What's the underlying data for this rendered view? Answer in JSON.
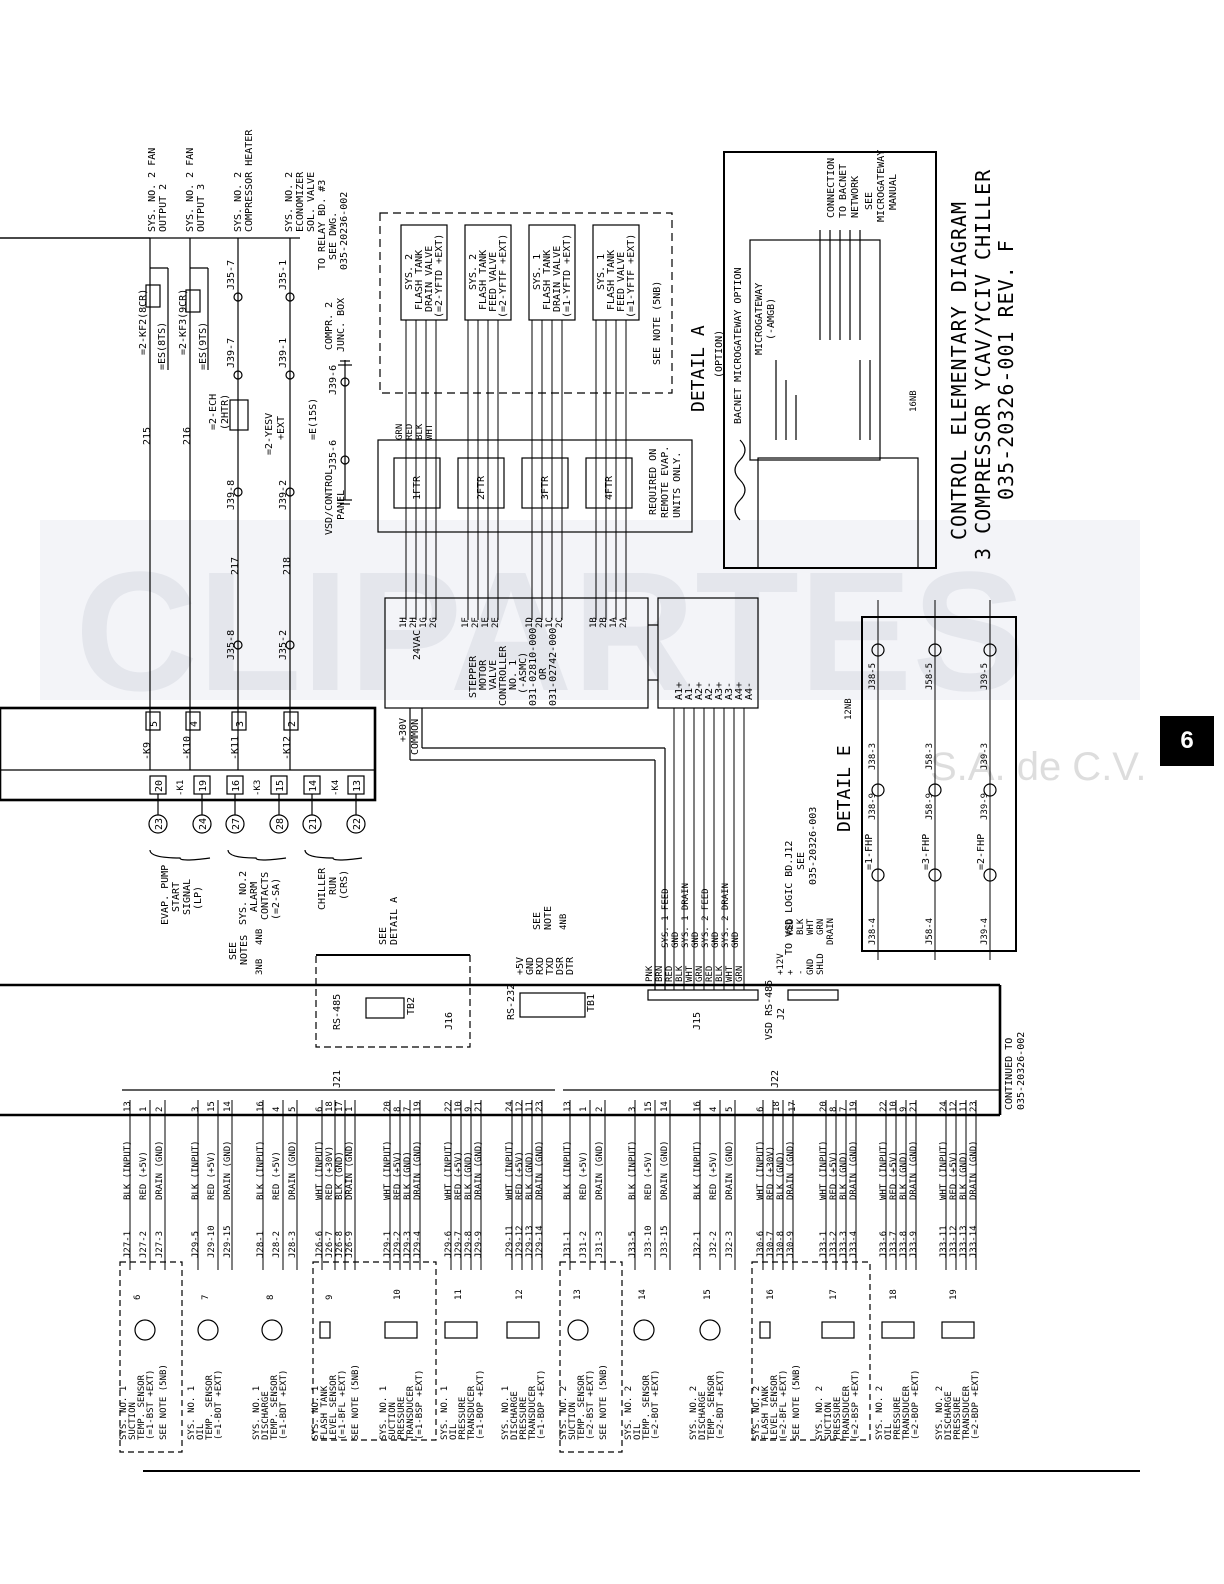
{
  "title_block": {
    "line1": "CONTROL ELEMENTARY DIAGRAM",
    "line2": "3 COMPRESSOR YCAV/YCIV CHILLER",
    "line3": "035-20326-001  REV. F"
  },
  "section_tab": "6",
  "watermark": {
    "text": "CLIPARTES",
    "subtext": "S.A. de C.V."
  },
  "details": {
    "detail_a": "DETAIL A",
    "detail_a_option": "(OPTION)",
    "detail_e": "DETAIL E",
    "detail_e_ref": "12NB",
    "bacnet_option": "BACNET MICROGATEWAY OPTION",
    "microgateway": [
      "MICROGATEWAY",
      "(-AMGB)"
    ],
    "connection": [
      "CONNECTION",
      "TO BACNET",
      "NETWORK"
    ],
    "see_manual": [
      "SEE",
      "MICROGATEWAY",
      "MANUAL"
    ],
    "note_16nb": "16NB"
  },
  "top_outputs": [
    {
      "lines": [
        "SYS. NO. 2 FAN",
        "OUTPUT 2"
      ]
    },
    {
      "lines": [
        "SYS. NO. 2 FAN",
        "OUTPUT 3"
      ]
    },
    {
      "lines": [
        "SYS. NO. 2",
        "COMPRESSOR HEATER"
      ]
    },
    {
      "lines": [
        "SYS. NO. 2",
        "ECONOMIZER",
        "SOL. VALVE"
      ]
    },
    {
      "lines": [
        "TO RELAY BD. #3",
        "SEE DWG.",
        "035-20236-002"
      ]
    }
  ],
  "relay_labels": [
    "=2-KF2(8CR)",
    "=2-KF3(9CR)",
    "=2-ECH",
    "(2HTR)",
    "=ES(8TS)",
    "=ES(9TS)",
    "=2-YESV",
    "=E(15S)",
    "+EXT"
  ],
  "wire_numbers": [
    "215",
    "216",
    "217",
    "218"
  ],
  "junction_labels": [
    "J35-7",
    "J39-7",
    "J39-8",
    "J35-8",
    "J35-1",
    "J39-1",
    "J39-2",
    "J35-2",
    "J39-6",
    "J35-6"
  ],
  "boxes": {
    "compr_box": [
      "COMPR. 2",
      "JUNC. BOX"
    ],
    "vsd_panel": [
      "VSD/CONTROL",
      "PANEL"
    ]
  },
  "flash_tank_valves": [
    {
      "lines": [
        "SYS. 2",
        "FLASH TANK",
        "DRAIN VALVE",
        "(=2-YFTD +EXT)"
      ]
    },
    {
      "lines": [
        "SYS. 2",
        "FLASH TANK",
        "FEED VALVE",
        "(=2-YFTF +EXT)"
      ]
    },
    {
      "lines": [
        "SYS. 1",
        "FLASH TANK",
        "DRAIN VALVE",
        "(=1-YFTD +EXT)"
      ]
    },
    {
      "lines": [
        "SYS. 1",
        "FLASH TANK",
        "FEED VALVE",
        "(=1-YFTF +EXT)"
      ]
    }
  ],
  "see_note_5nb": "SEE NOTE (5NB)",
  "filters": [
    "1FTR",
    "2FTR",
    "3FTR",
    "4FTR"
  ],
  "filter_note": [
    "REQUIRED ON",
    "REMOTE EVAP.",
    "UNITS ONLY."
  ],
  "wire_colors": [
    "GRN",
    "RED",
    "BLK",
    "WHT"
  ],
  "stepper": {
    "lines": [
      "STEPPER",
      "MOTOR",
      "VALVE",
      "CONTROLLER",
      "NO. 1",
      "(-ASMC)",
      "031-02810-000",
      "OR",
      "031-02742-000"
    ],
    "supply": "24VAC",
    "common": "COMMON",
    "plus30": "+30V",
    "pins_1": [
      "1H",
      "2H",
      "1G",
      "2G"
    ],
    "pins_2": [
      "1F",
      "2F",
      "1E",
      "2E"
    ],
    "pins_3": [
      "1D",
      "2D",
      "1C",
      "2C"
    ],
    "pins_4": [
      "1B",
      "2B",
      "1A",
      "2A"
    ],
    "outputs": [
      "A1+",
      "A1-",
      "A2+",
      "A2-",
      "A3+",
      "A3-",
      "A4+",
      "A4-"
    ]
  },
  "relay_outputs": {
    "relays": [
      "-K9",
      "-K10",
      "-K11",
      "-K12"
    ],
    "terminals_top": [
      "5",
      "4",
      "3",
      "2"
    ],
    "terminals_bot": [
      "20",
      "19",
      "16",
      "15",
      "14",
      "13"
    ],
    "contacts": [
      "-K1",
      "-K3",
      "-K4"
    ],
    "circle_terms": [
      "23",
      "24",
      "27",
      "28",
      "21",
      "22"
    ],
    "groups": [
      {
        "lines": [
          "EVAP. PUMP",
          "START",
          "SIGNAL",
          "(LP)"
        ]
      },
      {
        "lines": [
          "SYS. NO.2",
          "ALARM",
          "CONTACTS",
          "(=2-SA)"
        ]
      },
      {
        "lines": [
          "CHILLER",
          "RUN",
          "(CRS)"
        ]
      }
    ],
    "see_notes": [
      "SEE",
      "NOTES",
      "3NB",
      "4NB"
    ]
  },
  "comms": {
    "see_detail_a": [
      "SEE",
      "DETAIL A"
    ],
    "rs485": "RS-485",
    "tb2": "TB2",
    "j16": "J16",
    "rs232": "RS-232",
    "tb1": "TB1",
    "rs232_signals": [
      "+5V",
      "GND",
      "RXD",
      "TXD",
      "DSR",
      "DTR"
    ],
    "see_note_4nb": [
      "SEE",
      "NOTE",
      "4NB"
    ],
    "j15": "J15",
    "j15_wires": [
      "PNK",
      "BRN",
      "RED",
      "BLK",
      "WHT",
      "GRN",
      "RED",
      "BLK",
      "WHT",
      "GRN"
    ],
    "j15_funcs": [
      "SYS. 1 FEED",
      "GND",
      "SYS. 1 DRAIN",
      "GND",
      "SYS. 2 FEED",
      "GND",
      "SYS. 2 DRAIN",
      "GND"
    ],
    "vsd_rs485": "VSD RS-485",
    "j2": "J2",
    "vsd_logic": [
      "TO VSD LOGIC BD.J12",
      "SEE",
      "035-20326-003"
    ],
    "vsd_wires": [
      "+12V",
      "+",
      "-",
      "GND",
      "SHLD"
    ],
    "vsd_colors": [
      "RED",
      "BLK",
      "WHT",
      "GRN",
      "DRAIN"
    ]
  },
  "fhp_switches": [
    "=1-FHP",
    "=3-FHP",
    "=2-FHP"
  ],
  "fhp_junctions": [
    "J38-5",
    "J38-9",
    "J38-3",
    "J38-4",
    "J58-5",
    "J58-9",
    "J58-3",
    "J58-4",
    "J39-5",
    "J39-9",
    "J39-3",
    "J39-4"
  ],
  "continued": [
    "CONTINUED TO",
    "035-20326-002"
  ],
  "headers": {
    "j21": "J21",
    "j22": "J22"
  },
  "sensors": [
    {
      "label": [
        "SYS. NO. 1",
        "SUCTION",
        "TEMP. SENSOR",
        "(=1-BST +EXT)"
      ],
      "note": "SEE NOTE (5NB)",
      "num": "6",
      "conns": [
        "J27-1",
        "J27-2",
        "J27-3"
      ],
      "funcs": [
        "BLK (INPUT)",
        "RED (+5V)",
        "DRAIN (GND)"
      ]
    },
    {
      "label": [
        "SYS. NO. 1",
        "OIL",
        "TEMP. SENSOR",
        "(=1-BOT +EXT)"
      ],
      "num": "7",
      "conns": [
        "J29-5",
        "J29-10",
        "J29-15"
      ],
      "funcs": [
        "BLK (INPUT)",
        "RED (+5V)",
        "DRAIN (GND)"
      ]
    },
    {
      "label": [
        "SYS. NO. 1",
        "DISCHARGE",
        "TEMP. SENSOR",
        "(=1-BDT +EXT)"
      ],
      "num": "8",
      "conns": [
        "J28-1",
        "J28-2",
        "J28-3"
      ],
      "funcs": [
        "BLK (INPUT)",
        "RED (+5V)",
        "DRAIN (GND)"
      ]
    },
    {
      "label": [
        "SYS. NO. 1",
        "FLASH TANK",
        "LEVEL SENSOR",
        "(=1-BFL +EXT)"
      ],
      "note": "SEE NOTE (5NB)",
      "num": "9",
      "conns": [
        "J26-6",
        "J26-7",
        "J26-8",
        "J26-9"
      ],
      "funcs": [
        "WHT (INPUT)",
        "RED (+30V)",
        "BLK (GND)",
        "DRAIN (GND)"
      ]
    },
    {
      "label": [
        "SYS. NO. 1",
        "SUCTION",
        "PRESSURE",
        "TRANSDUCER",
        "(=1-BSP +EXT)"
      ],
      "num": "10",
      "conns": [
        "J29-1",
        "J29-2",
        "J29-3",
        "J29-4"
      ],
      "funcs": [
        "WHT (INPUT)",
        "RED (+5V)",
        "BLK (GND)",
        "DRAIN (GND)"
      ]
    },
    {
      "label": [
        "SYS. NO. 1",
        "OIL",
        "PRESSURE",
        "TRANSDUCER",
        "(=1-BOP +EXT)"
      ],
      "num": "11",
      "conns": [
        "J29-6",
        "J29-7",
        "J29-8",
        "J29-9"
      ],
      "funcs": [
        "WHT (INPUT)",
        "RED (+5V)",
        "BLK (GND)",
        "DRAIN (GND)"
      ]
    },
    {
      "label": [
        "SYS. NO. 1",
        "DISCHARGE",
        "PRESSURE",
        "TRANSDUCER",
        "(=1-BDP +EXT)"
      ],
      "num": "12",
      "conns": [
        "J29-11",
        "J29-12",
        "J29-13",
        "J29-14"
      ],
      "funcs": [
        "WHT (INPUT)",
        "RED (+5V)",
        "BLK (GND)",
        "DRAIN (GND)"
      ]
    },
    {
      "label": [
        "SYS. NO. 2",
        "SUCTION",
        "TEMP. SENSOR",
        "(=2-BST +EXT)"
      ],
      "note": "SEE NOTE (5NB)",
      "num": "13",
      "conns": [
        "J31-1",
        "J31-2",
        "J31-3"
      ],
      "funcs": [
        "BLK (INPUT)",
        "RED (+5V)",
        "DRAIN (GND)"
      ]
    },
    {
      "label": [
        "SYS. NO. 2",
        "OIL",
        "TEMP. SENSOR",
        "(=2-BOT +EXT)"
      ],
      "num": "14",
      "conns": [
        "J33-5",
        "J33-10",
        "J33-15"
      ],
      "funcs": [
        "BLK (INPUT)",
        "RED (+5V)",
        "DRAIN (GND)"
      ]
    },
    {
      "label": [
        "SYS. NO. 2",
        "DISCHARGE",
        "TEMP. SENSOR",
        "(=2-BDT +EXT)"
      ],
      "num": "15",
      "conns": [
        "J32-1",
        "J32-2",
        "J32-3"
      ],
      "funcs": [
        "BLK (INPUT)",
        "RED (+5V)",
        "DRAIN (GND)"
      ]
    },
    {
      "label": [
        "SYS. NO. 2",
        "FLASH TANK",
        "LEVEL SENSOR",
        "(=2-BFL +EXT)"
      ],
      "note": "SEE NOTE (5NB)",
      "num": "16",
      "conns": [
        "J30-6",
        "J30-7",
        "J30-8",
        "J30-9"
      ],
      "funcs": [
        "WHT (INPUT)",
        "RED (+30V)",
        "BLK (GND)",
        "DRAIN (GND)"
      ]
    },
    {
      "label": [
        "SYS. NO. 2",
        "SUCTION",
        "PRESSURE",
        "TRANSDUCER",
        "(=2-BSP +EXT)"
      ],
      "num": "17",
      "conns": [
        "J33-1",
        "J33-2",
        "J33-3",
        "J33-4"
      ],
      "funcs": [
        "WHT (INPUT)",
        "RED (+5V)",
        "BLK (GND)",
        "DRAIN (GND)"
      ]
    },
    {
      "label": [
        "SYS. NO. 2",
        "OIL",
        "PRESSURE",
        "TRANSDUCER",
        "(=2-BOP +EXT)"
      ],
      "num": "18",
      "conns": [
        "J33-6",
        "J33-7",
        "J33-8",
        "J33-9"
      ],
      "funcs": [
        "WHT (INPUT)",
        "RED (+5V)",
        "BLK (GND)",
        "DRAIN (GND)"
      ]
    },
    {
      "label": [
        "SYS. NO. 2",
        "DISCHARGE",
        "PRESSURE",
        "TRANSDUCER",
        "(=2-BDP +EXT)"
      ],
      "num": "19",
      "conns": [
        "J33-11",
        "J33-12",
        "J33-13",
        "J33-14"
      ],
      "funcs": [
        "WHT (INPUT)",
        "RED (+5V)",
        "BLK (GND)",
        "DRAIN (GND)"
      ]
    }
  ],
  "pin_numbers": [
    [
      "13",
      "1",
      "2"
    ],
    [
      "3",
      "15",
      "14"
    ],
    [
      "16",
      "4",
      "5"
    ],
    [
      "6",
      "18",
      "17",
      "1"
    ],
    [
      "20",
      "8",
      "7",
      "19"
    ],
    [
      "22",
      "10",
      "9",
      "21"
    ],
    [
      "24",
      "12",
      "11",
      "23"
    ],
    [
      "13",
      "1",
      "2"
    ],
    [
      "3",
      "15",
      "14"
    ],
    [
      "16",
      "4",
      "5"
    ],
    [
      "6",
      "18",
      "17"
    ],
    [
      "20",
      "8",
      "7",
      "19"
    ],
    [
      "22",
      "10",
      "9",
      "21"
    ],
    [
      "24",
      "12",
      "11",
      "23"
    ]
  ]
}
